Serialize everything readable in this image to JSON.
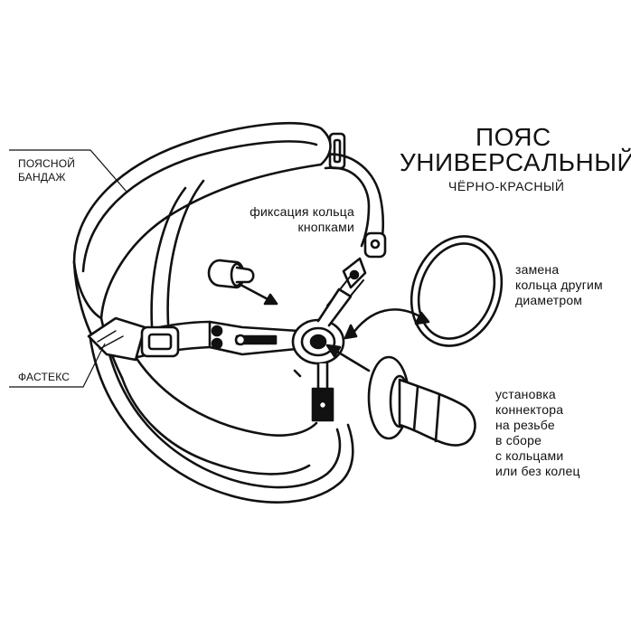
{
  "title": {
    "line1": "ПОЯС",
    "line2": "УНИВЕРСАЛЬНЫЙ",
    "subtitle": "ЧЁРНО-КРАСНЫЙ"
  },
  "labels": {
    "waist_bandage": [
      "ПОЯСНОЙ",
      "БАНДАЖ"
    ],
    "fastex": "ФАСТЕКС",
    "ring_fixation": [
      "фиксация кольца",
      "кнопками"
    ],
    "ring_replacement": [
      "замена",
      "кольца другим",
      "диаметром"
    ],
    "connector_install": [
      "установка",
      "коннектора",
      "на резьбе",
      "в сборе",
      "с кольцами",
      "или без колец"
    ]
  },
  "colors": {
    "line": "#111111",
    "background": "#ffffff",
    "fill": "#ffffff"
  }
}
